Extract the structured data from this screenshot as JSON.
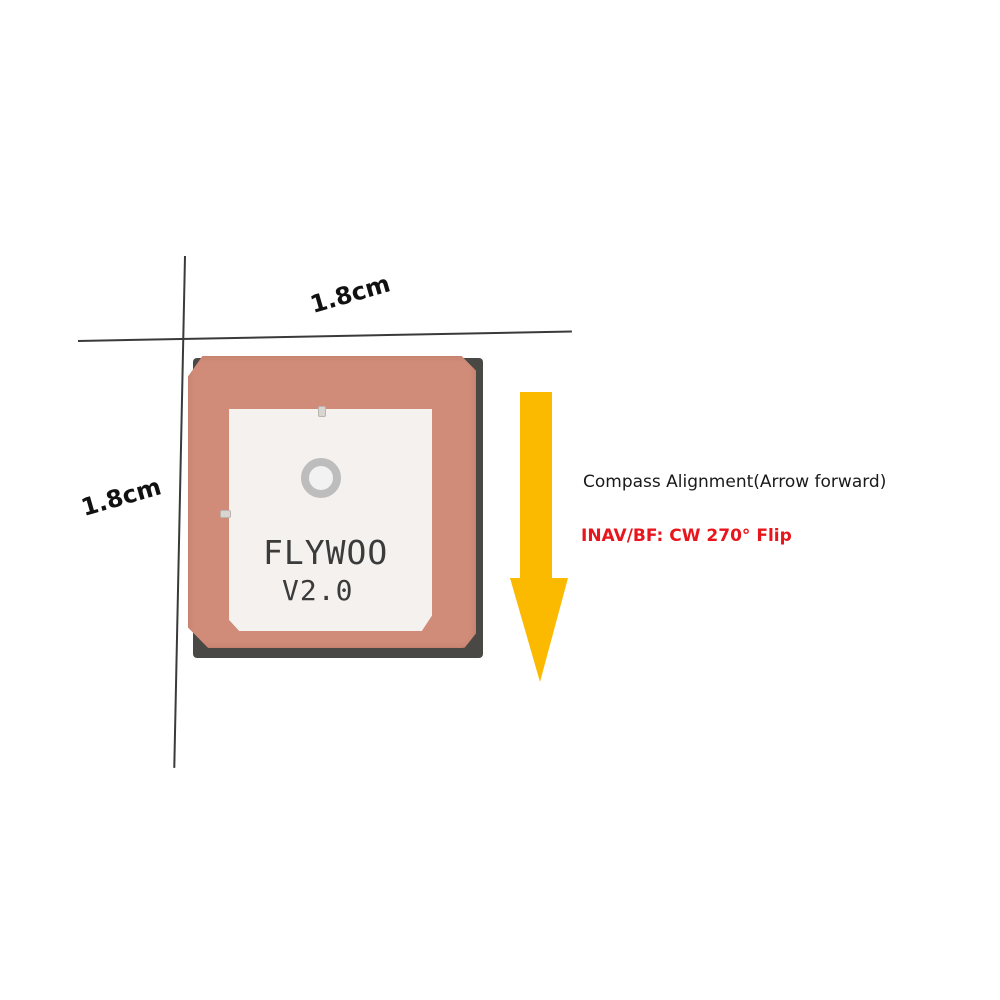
{
  "dimensions": {
    "width_label": "1.8cm",
    "height_label": "1.8cm"
  },
  "antenna": {
    "brand_text": "FLYWOO",
    "version_text": "V2.0",
    "colors": {
      "ceramic": "#d08c78",
      "patch": "#f4f1ee",
      "base": "#4a4845"
    }
  },
  "orientation": {
    "arrow_direction": "down",
    "arrow_color": "#fbb900",
    "alignment_text": "Compass Alignment(Arrow forward)",
    "flip_text": "INAV/BF: CW 270° Flip",
    "flip_color": "#e8161c"
  }
}
